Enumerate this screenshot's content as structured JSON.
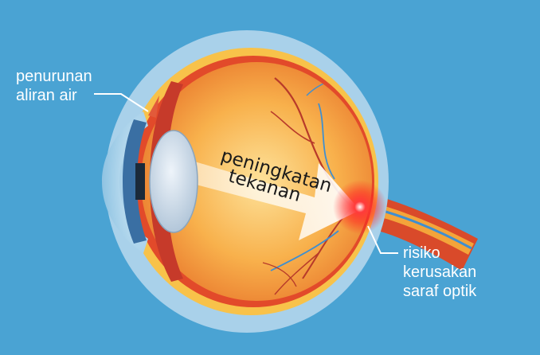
{
  "labels": {
    "drainage": {
      "line1": "penurunan",
      "line2": "aliran air"
    },
    "pressure": {
      "line1": "peningkatan",
      "line2": "tekanan"
    },
    "nerve": {
      "line1": "risiko",
      "line2": "kerusakan",
      "line3": "saraf optik"
    }
  },
  "colors": {
    "background": "#4aa3d3",
    "sclera": "#e24a2a",
    "vitreous": "#f6a23c",
    "lens": "#c9d9e8",
    "iris": "#3a6fa3",
    "highlight": "#ff2a2a",
    "text": "#ffffff"
  }
}
